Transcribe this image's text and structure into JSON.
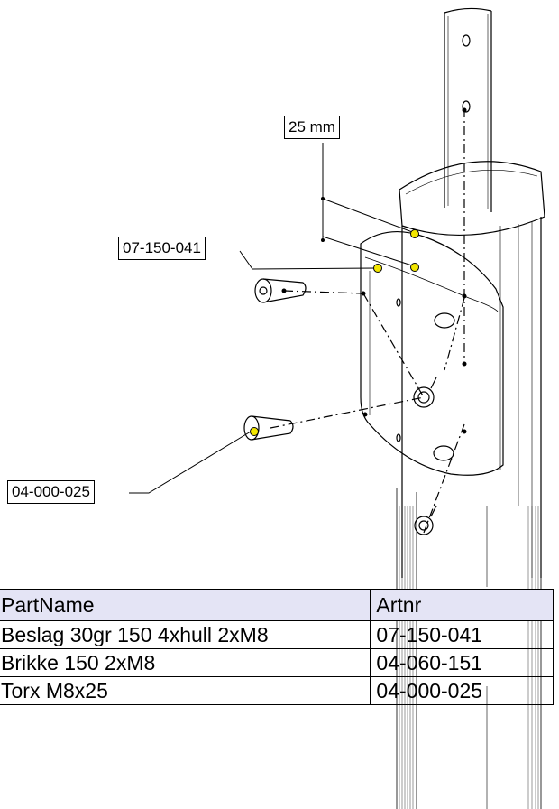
{
  "callouts": {
    "dimension": "25 mm",
    "bracket_part": "07-150-041",
    "screw_part": "04-000-025"
  },
  "table": {
    "headers": [
      "PartName",
      "Artnr"
    ],
    "rows": [
      [
        "Beslag 30gr 150 4xhull 2xM8",
        "07-150-041"
      ],
      [
        "Brikke 150 2xM8",
        "04-060-151"
      ],
      [
        "Torx M8x25",
        "04-000-025"
      ]
    ]
  },
  "colors": {
    "line": "#000000",
    "highlight_dot": "#f2e600",
    "table_header_bg": "#e4e4f5"
  }
}
